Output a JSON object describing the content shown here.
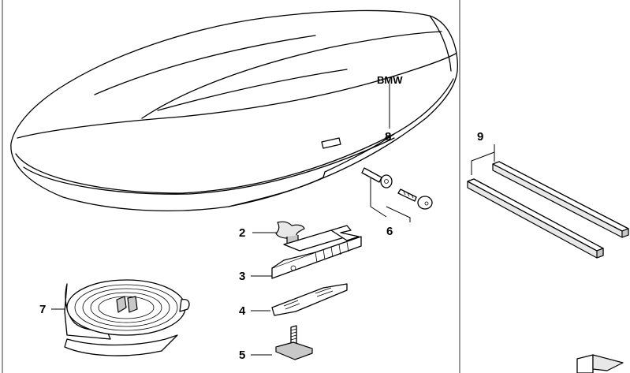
{
  "brand_text": "BMW",
  "callouts": {
    "c2": "2",
    "c3": "3",
    "c4": "4",
    "c5": "5",
    "c6": "6",
    "c7": "7",
    "c8": "8",
    "c9": "9"
  }
}
